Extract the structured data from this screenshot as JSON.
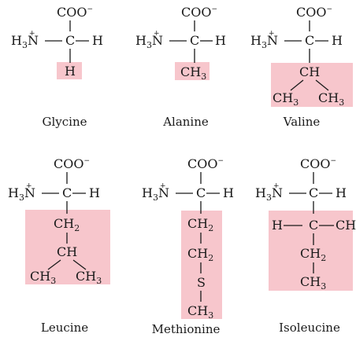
{
  "colors": {
    "side_chain_highlight": "#f7c6cc",
    "text": "#1a1a1a"
  },
  "atoms": {
    "coo": "COO",
    "charge_minus": "−",
    "h3n": "H",
    "n": "N",
    "charge_plus": "+",
    "c": "C",
    "h": "H",
    "ch": "CH",
    "ch2": "CH",
    "ch3": "CH",
    "s": "S",
    "sub2": "2",
    "sub3": "3"
  },
  "amino_acids": [
    {
      "name": "Glycine"
    },
    {
      "name": "Alanine"
    },
    {
      "name": "Valine"
    },
    {
      "name": "Leucine"
    },
    {
      "name": "Methionine"
    },
    {
      "name": "Isoleucine"
    }
  ]
}
